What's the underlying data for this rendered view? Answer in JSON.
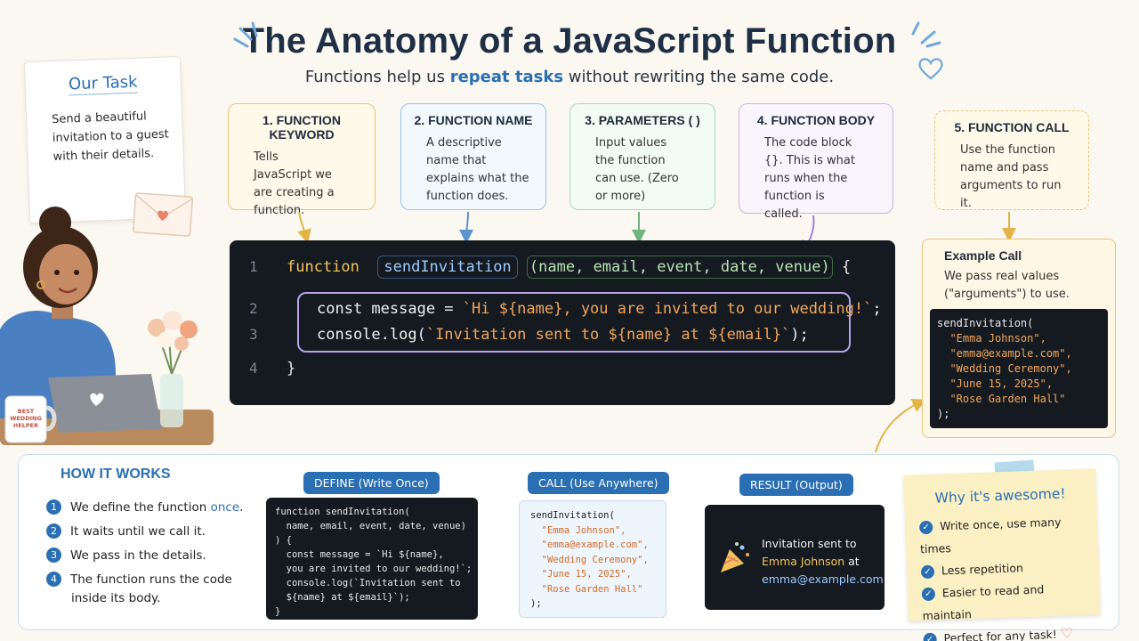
{
  "header": {
    "title": "The Anatomy of a JavaScript Function",
    "subtitle_pre": "Functions help us ",
    "subtitle_highlight": "repeat tasks",
    "subtitle_post": " without rewriting the same code."
  },
  "task_card": {
    "title": "Our Task",
    "text": "Send a beautiful invitation to a guest with their details."
  },
  "mug_text": "BEST WEDDING HELPER",
  "cards": [
    {
      "title": "1. FUNCTION KEYWORD",
      "text": "Tells JavaScript we are creating a function.",
      "border": "#e7c479",
      "bg": "#fff9ea"
    },
    {
      "title": "2. FUNCTION NAME",
      "text": "A descriptive name that explains what the function does.",
      "border": "#9cc3e6",
      "bg": "#f3f8fd"
    },
    {
      "title": "3. PARAMETERS ( )",
      "text": "Input values the function can use. (Zero or more)",
      "border": "#a9d8b4",
      "bg": "#f3fbf5"
    },
    {
      "title": "4. FUNCTION BODY",
      "text": "The code block {}. This is what runs when the function is called.",
      "border": "#c5b6ea",
      "bg": "#f8f5fd"
    },
    {
      "title": "5. FUNCTION CALL",
      "text": "Use the function name and pass arguments to run it.",
      "border": "#e7c479",
      "bg": "#fff9ea"
    }
  ],
  "code": {
    "line_numbers": [
      "1",
      "2",
      "3",
      "4"
    ],
    "l1_kw": "function",
    "l1_name": "sendInvitation",
    "l1_params": "(name, email, event, date, venue)",
    "l1_brace": " {",
    "l2_a": "const message = ",
    "l2_b": "`Hi ${name}, you are invited to our wedding!`",
    "l2_c": ";",
    "l3_a": "console.log(",
    "l3_b": "`Invitation sent to ${name} at ${email}`",
    "l3_c": ");",
    "l4": "}"
  },
  "example": {
    "title": "Example Call",
    "text": "We pass real values (\"arguments\") to use.",
    "open": "sendInvitation(",
    "args": [
      "\"Emma Johnson\",",
      "\"emma@example.com\",",
      "\"Wedding Ceremony\",",
      "\"June 15, 2025\",",
      "\"Rose Garden Hall\""
    ],
    "close": ");"
  },
  "how_it_works": {
    "title": "HOW IT WORKS",
    "steps": [
      {
        "num": "1",
        "pre": "We define the function ",
        "hl": "once",
        "post": "."
      },
      {
        "num": "2",
        "pre": "It waits until we call it.",
        "hl": "",
        "post": ""
      },
      {
        "num": "3",
        "pre": "We pass in the details.",
        "hl": "",
        "post": ""
      },
      {
        "num": "4",
        "pre": "The function runs the code",
        "hl": "",
        "post": "",
        "cont": "inside its body."
      }
    ]
  },
  "define": {
    "label": "DEFINE (Write Once)",
    "code": "function sendInvitation(\n  name, email, event, date, venue)\n) {\n  const message = `Hi ${name},\n  you are invited to our wedding!`;\n  console.log(`Invitation sent to\n  ${name} at ${email}`);\n}"
  },
  "call": {
    "label": "CALL (Use Anywhere)",
    "open": "sendInvitation(",
    "args": [
      "\"Emma Johnson\",",
      "\"emma@example.com\",",
      "\"Wedding Ceremony\",",
      "\"June 15, 2025\",",
      "\"Rose Garden Hall\""
    ],
    "close": ");"
  },
  "result": {
    "label": "RESULT (Output)",
    "line1": "Invitation sent to",
    "line2_name": "Emma Johnson",
    "line2_post": " at",
    "line3": "emma@example.com"
  },
  "why": {
    "title": "Why it's awesome!",
    "items": [
      "Write once, use many times",
      "Less repetition",
      "Easier to read and maintain",
      "Perfect for any task!"
    ]
  },
  "colors": {
    "accent": "#2a6fb3",
    "keyword": "#f2c45a",
    "string": "#f2a65a",
    "code_bg": "#151a21"
  }
}
